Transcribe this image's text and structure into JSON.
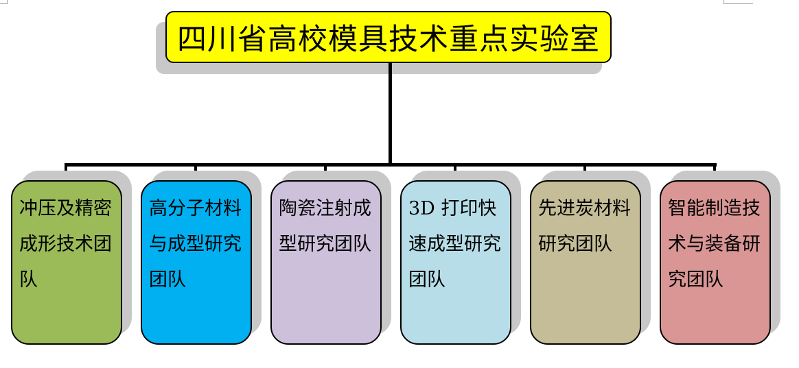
{
  "title": "四川省高校模具技术重点实验室",
  "teams": [
    {
      "label": "冲压及精密成形技术团队",
      "color": "#9bbb59"
    },
    {
      "label": "高分子材料与成型研究团队",
      "color": "#00b0f0"
    },
    {
      "label": "陶瓷注射成型研究团队",
      "color": "#ccc0da"
    },
    {
      "label": "3D 打印快速成型研究团队",
      "color": "#b7dee8"
    },
    {
      "label": "先进炭材料研究团队",
      "color": "#c4bd97"
    },
    {
      "label": "智能制造技术与装备研究团队",
      "color": "#d99694"
    }
  ]
}
